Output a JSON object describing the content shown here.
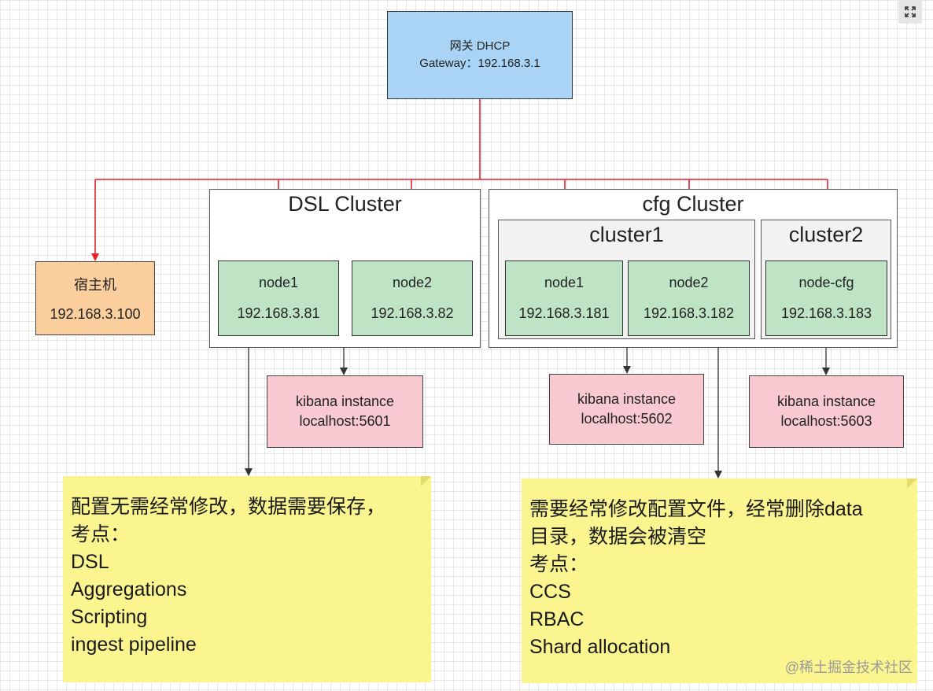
{
  "gateway": {
    "line1": "网关 DHCP",
    "line2": "Gateway：192.168.3.1"
  },
  "host": {
    "name": "宿主机",
    "ip": "192.168.3.100"
  },
  "dsl_cluster": {
    "title": "DSL Cluster",
    "nodes": [
      {
        "name": "node1",
        "ip": "192.168.3.81"
      },
      {
        "name": "node2",
        "ip": "192.168.3.82"
      }
    ]
  },
  "cfg_cluster": {
    "title": "cfg Cluster",
    "cluster1": {
      "title": "cluster1",
      "nodes": [
        {
          "name": "node1",
          "ip": "192.168.3.181"
        },
        {
          "name": "node2",
          "ip": "192.168.3.182"
        }
      ]
    },
    "cluster2": {
      "title": "cluster2",
      "nodes": [
        {
          "name": "node-cfg",
          "ip": "192.168.3.183"
        }
      ]
    }
  },
  "kibana": [
    {
      "label": "kibana instance",
      "addr": "localhost:5601"
    },
    {
      "label": "kibana instance",
      "addr": "localhost:5602"
    },
    {
      "label": "kibana instance",
      "addr": "localhost:5603"
    }
  ],
  "notes": [
    {
      "lines": [
        "配置无需经常修改，数据需要保存，",
        "考点：",
        "DSL",
        "Aggregations",
        "Scripting",
        "ingest pipeline"
      ]
    },
    {
      "lines": [
        "需要经常修改配置文件，经常删除data",
        "目录，数据会被清空",
        "考点：",
        "CCS",
        "RBAC",
        "Shard allocation"
      ]
    }
  ],
  "watermark": "@稀土掘金技术社区",
  "colors": {
    "gateway": "#a9d4f5",
    "host": "#fbcf9d",
    "node": "#bfe3c5",
    "kibana": "#f8c9d0",
    "note": "#fbf58f",
    "network_line": "#e8202a",
    "link_line": "#333333"
  },
  "icons": {
    "fullscreen": "expand-arrows-icon"
  }
}
